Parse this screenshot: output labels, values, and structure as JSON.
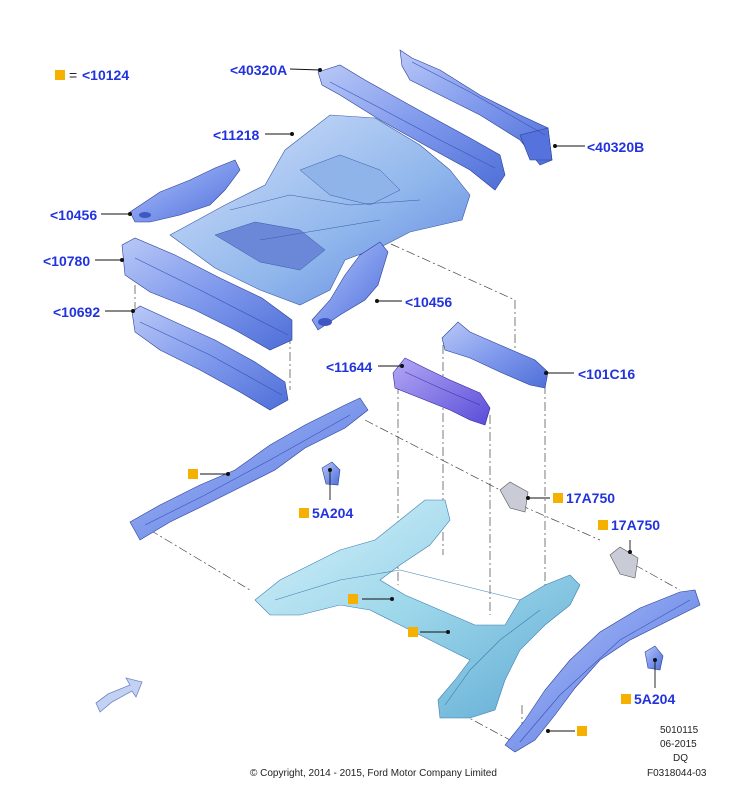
{
  "legend": {
    "equals": "=",
    "part": "<10124"
  },
  "labels": {
    "p40320A": "<40320A",
    "p40320B": "<40320B",
    "p11218": "<11218",
    "p10456a": "<10456",
    "p10456b": "<10456",
    "p10780": "<10780",
    "p10692": "<10692",
    "p11644": "<11644",
    "p101C16": "<101C16",
    "p17A750a": "17A750",
    "p17A750b": "17A750",
    "p5A204a": "5A204",
    "p5A204b": "5A204"
  },
  "meta": {
    "line1": "5010115",
    "line2": "06-2015",
    "line3": "DQ",
    "line4": "F0318044-03"
  },
  "copyright": "© Copyright, 2014 - 2015, Ford Motor Company Limited",
  "colors": {
    "label": "#2233dd",
    "marker": "#f5b000",
    "panel_blue": "#6f8fe8",
    "panel_cyan": "#8ecfe6",
    "panel_violet": "#8b7be8"
  }
}
